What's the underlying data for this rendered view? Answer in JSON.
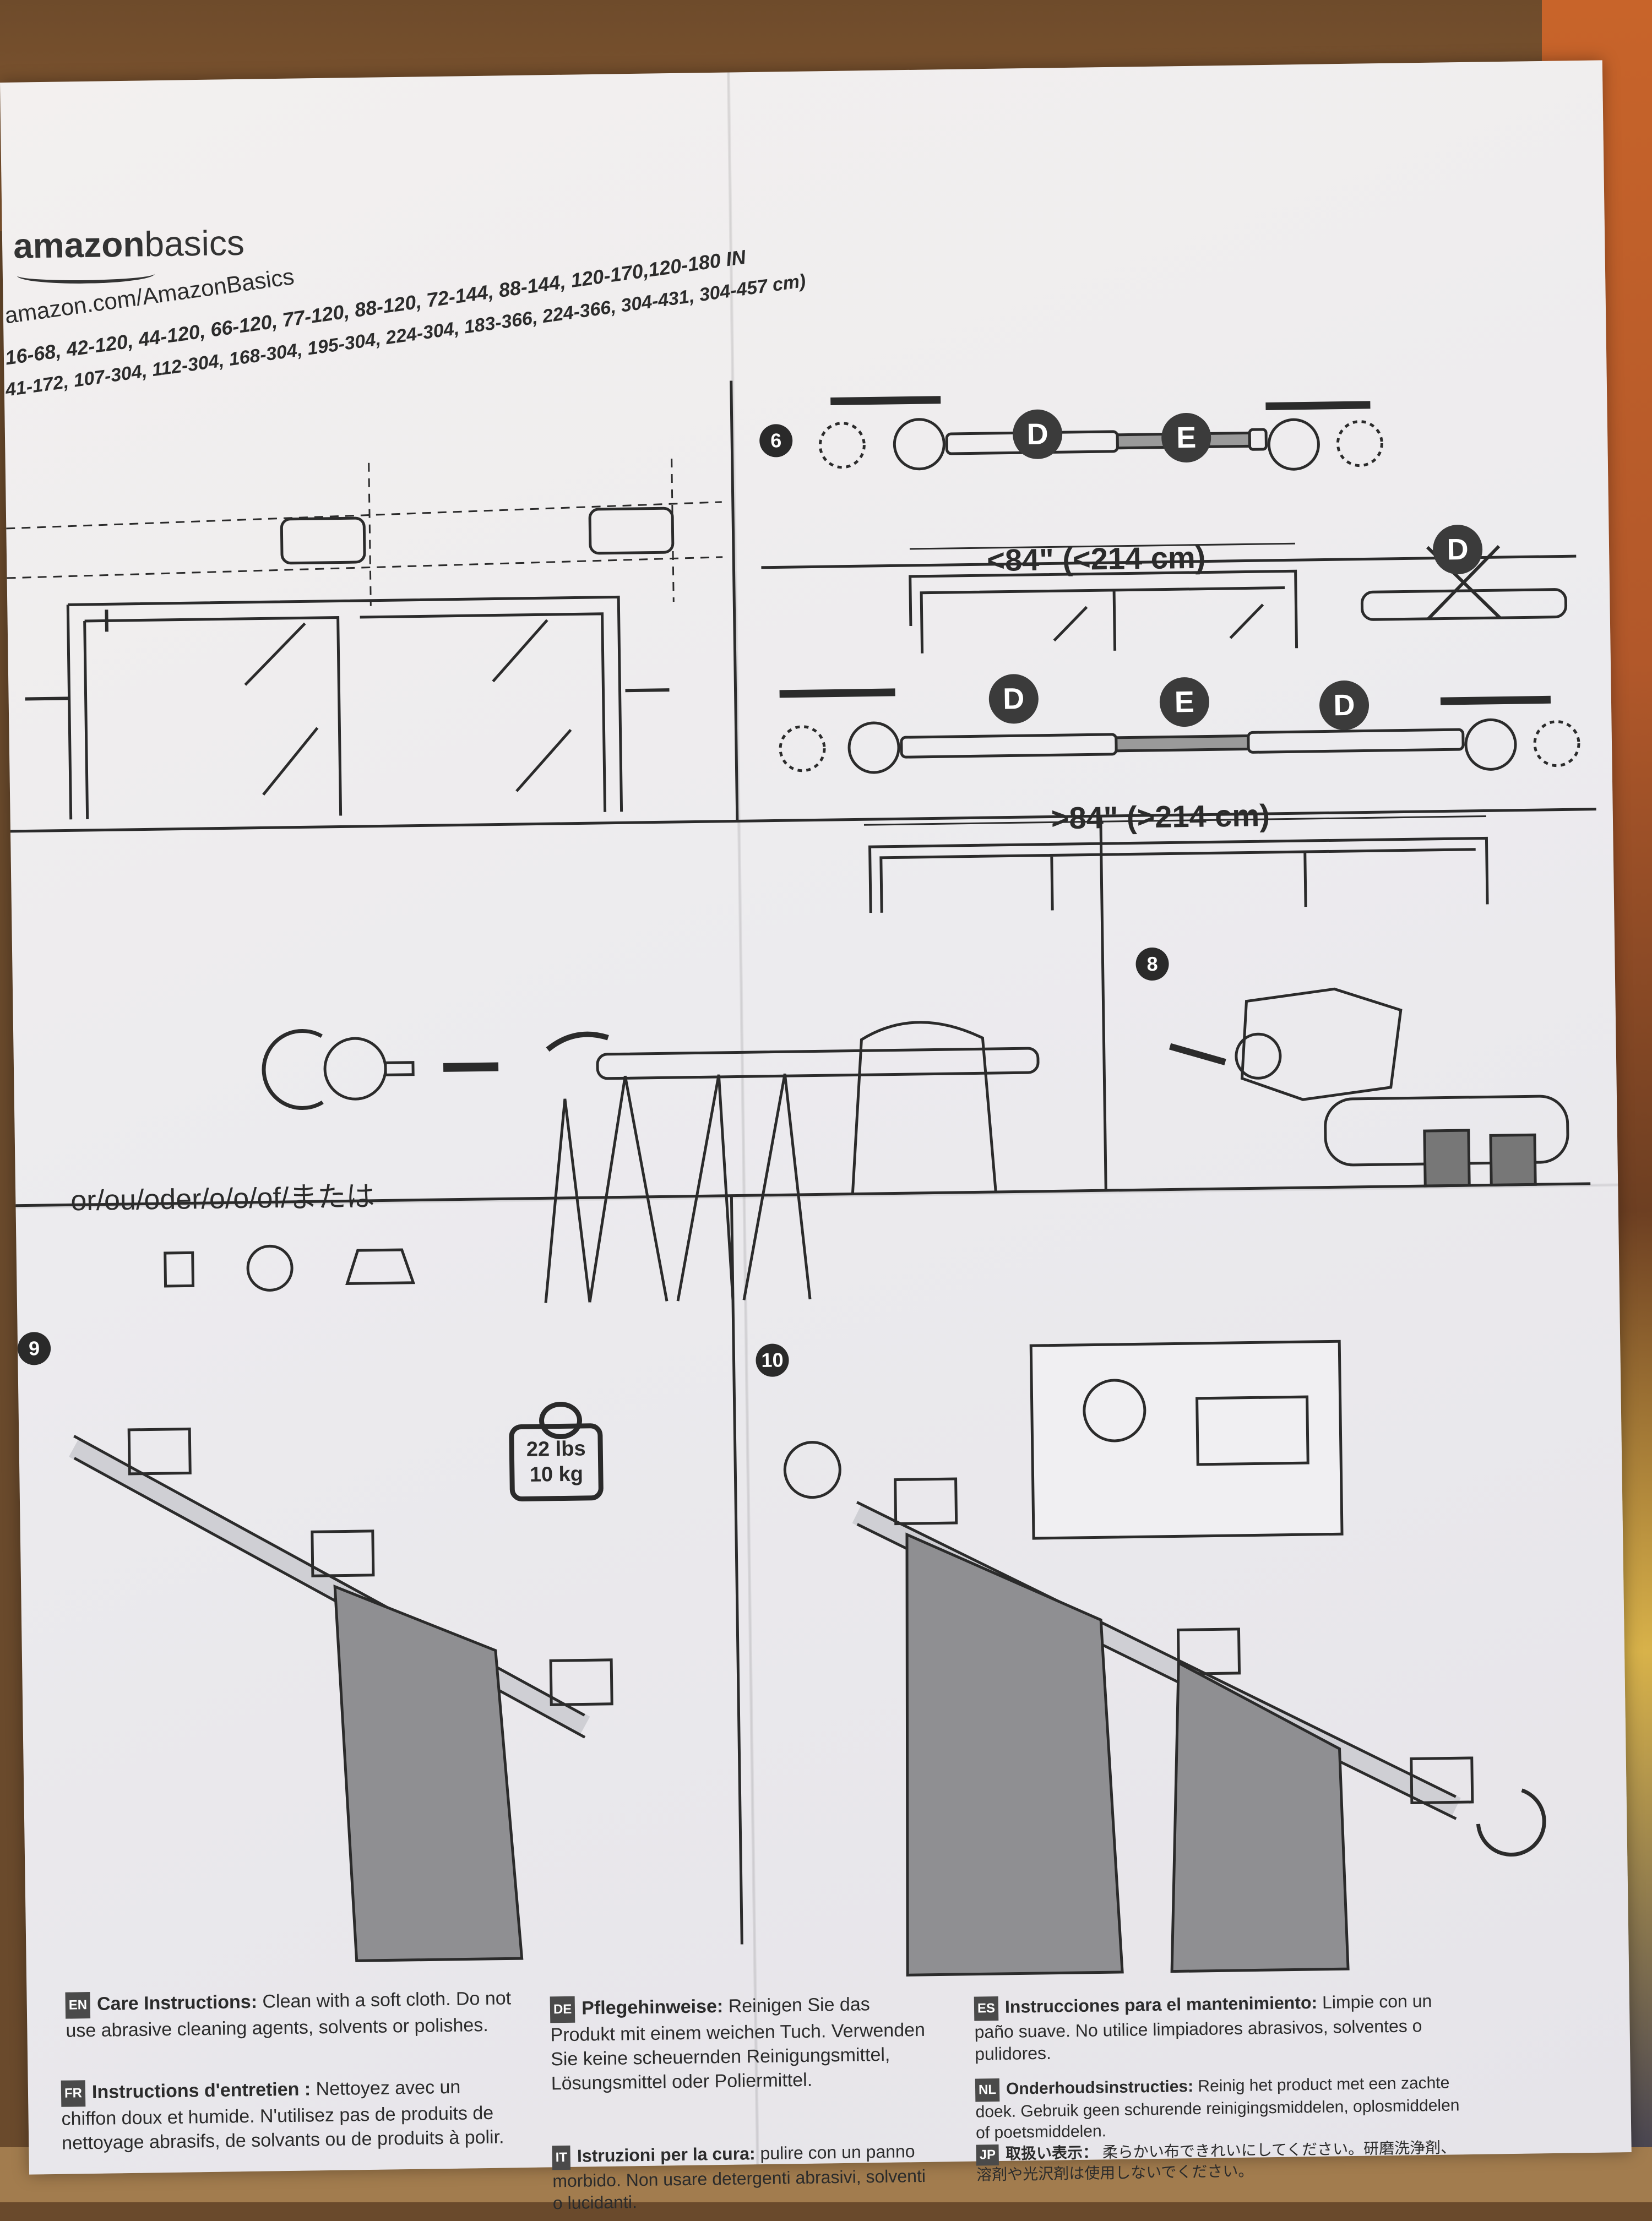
{
  "brand": {
    "name_bold": "amazon",
    "name_light": "basics",
    "url": "amazon.com/AmazonBasics"
  },
  "sizes": {
    "inches": "16-68, 42-120, 44-120, 66-120, 77-120, 88-120, 72-144, 88-144, 120-170,120-180 IN",
    "centimeters": "41-172, 107-304, 112-304, 168-304, 195-304, 224-304, 183-366, 224-366, 304-431, 304-457 cm)"
  },
  "steps": {
    "s6": "6",
    "s8": "8",
    "s9": "9",
    "s10": "10"
  },
  "parts": {
    "d": "D",
    "e": "E"
  },
  "dimensions": {
    "short": "<84\" (<214 cm)",
    "long": ">84\" (>214 cm)"
  },
  "finials": {
    "or_text": "or/ou/oder/o/o/of/または"
  },
  "weight": {
    "lbs": "22 lbs",
    "kg": "10 kg"
  },
  "care": {
    "en": {
      "code": "EN",
      "title": "Care Instructions:",
      "text": "Clean with a soft cloth. Do not use abrasive cleaning agents, solvents or polishes."
    },
    "fr": {
      "code": "FR",
      "title": "Instructions d'entretien :",
      "text": "Nettoyez avec un chiffon doux et humide. N'utilisez pas de produits de nettoyage abrasifs, de solvants ou de produits à polir."
    },
    "de": {
      "code": "DE",
      "title": "Pflegehinweise:",
      "text": "Reinigen Sie das Produkt mit einem weichen Tuch. Verwenden Sie keine scheuernden Reinigungsmittel, Lösungsmittel oder Poliermittel."
    },
    "it": {
      "code": "IT",
      "title": "Istruzioni per la cura:",
      "text": "pulire con un panno morbido. Non usare detergenti abrasivi, solventi o lucidanti."
    },
    "es": {
      "code": "ES",
      "title": "Instrucciones para el mantenimiento:",
      "text": "Limpie con un paño suave. No utilice limpiadores abrasivos, solventes o pulidores."
    },
    "nl": {
      "code": "NL",
      "title": "Onderhoudsinstructies:",
      "text": "Reinig het product met een zachte doek. Gebruik geen schurende reinigingsmiddelen, oplosmiddelen of poetsmiddelen."
    },
    "jp": {
      "code": "JP",
      "title": "取扱い表示：",
      "text": "柔らかい布できれいにしてください。研磨洗浄剤、溶剤や光沢剤は使用しないでください。"
    }
  }
}
